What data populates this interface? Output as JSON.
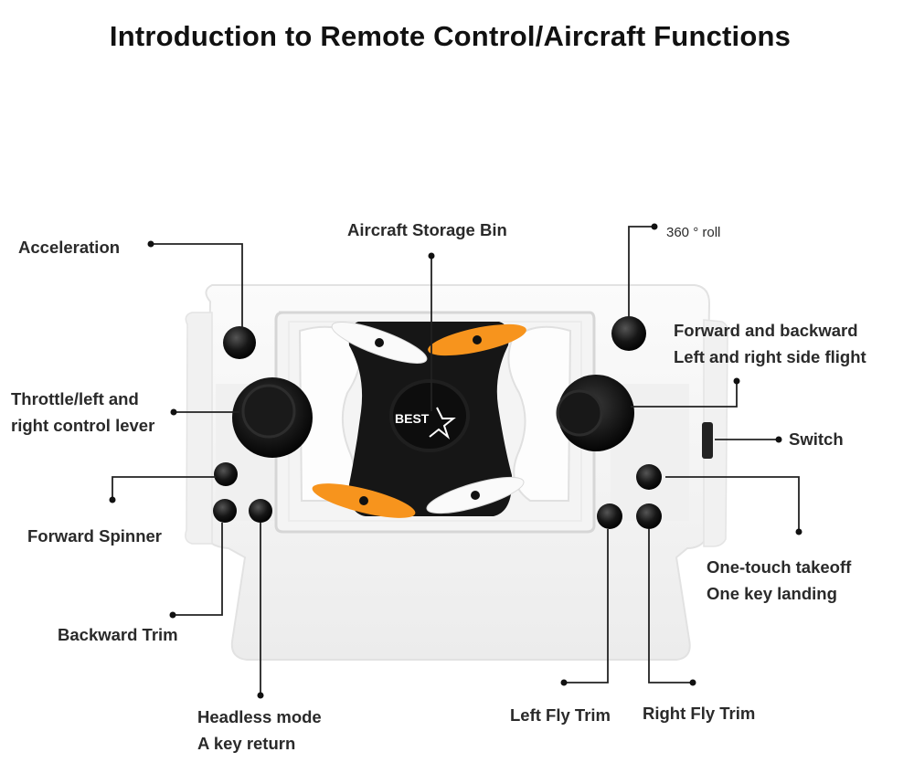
{
  "title": "Introduction to Remote Control/Aircraft Functions",
  "drone_logo": "BEST",
  "labels": {
    "acceleration": "Acceleration",
    "storage_bin": "Aircraft Storage Bin",
    "roll_360": "360 ° roll",
    "forward_backward": [
      "Forward and backward",
      "Left and right side flight"
    ],
    "throttle": [
      "Throttle/left and",
      "right control lever"
    ],
    "switch": "Switch",
    "forward_spinner": "Forward Spinner",
    "takeoff_landing": [
      "One-touch takeoff",
      "One key landing"
    ],
    "backward_trim": "Backward Trim",
    "headless": [
      "Headless mode",
      "A key return"
    ],
    "left_fly_trim": "Left Fly Trim",
    "right_fly_trim": "Right Fly Trim"
  },
  "colors": {
    "controller_body": "#f3f3f3",
    "button": "#111111",
    "drone_body": "#141414",
    "propeller_orange": "#f7941d",
    "propeller_white": "#fafafa"
  }
}
